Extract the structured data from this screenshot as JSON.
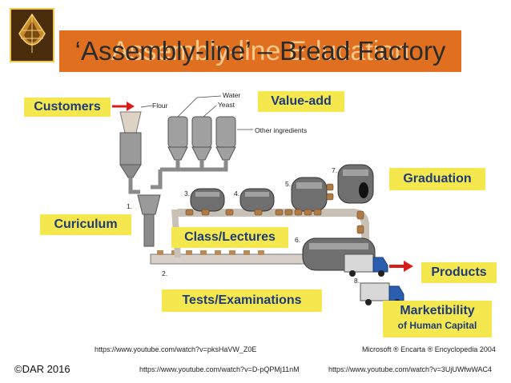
{
  "title": {
    "overlay_text": "Assembly-line Education",
    "main_text": "‘Assembly-line’ – Bread Factory"
  },
  "labels": {
    "customers": "Customers",
    "value_add": "Value-add",
    "graduation": "Graduation",
    "curriculum": "Curiculum",
    "class_lectures": "Class/Lectures",
    "products": "Products",
    "tests": "Tests/Examinations",
    "marketability_title": "Marketibility",
    "marketability_sub": "of Human Capital"
  },
  "diagram_labels": {
    "flour": "Flour",
    "water": "Water",
    "yeast": "Yeast",
    "other": "Other ingredients",
    "n1": "1.",
    "n2": "2.",
    "n3": "3.",
    "n4": "4.",
    "n5": "5.",
    "n6": "6.",
    "n7": "7.",
    "n8": "8."
  },
  "footer": {
    "link1": "https://www.youtube.com/watch?v=pksHaVW_Z0E",
    "credit": "Microsoft ® Encarta ® Encyclopedia 2004",
    "copyright": "©DAR 2016",
    "link2": "https://www.youtube.com/watch?v=D-pQPMj11nM",
    "link3": "https://www.youtube.com/watch?v=3UjUWfwWAC4"
  },
  "colors": {
    "title_bar": "#e0701f",
    "label_box": "#f4e84e",
    "label_text": "#1f3a78",
    "arrow": "#d81c1c"
  }
}
